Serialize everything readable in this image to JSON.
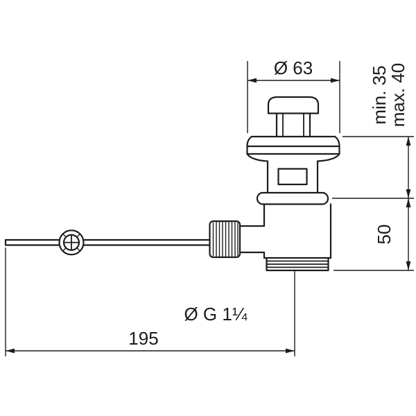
{
  "dimensions": {
    "flange_diameter": "Ø 63",
    "install_depth_min": "min. 35",
    "install_depth_max": "max. 40",
    "body_height": "50",
    "thread_size": "Ø G 1¼",
    "rod_length": "195"
  },
  "colors": {
    "line": "#1c1c1c",
    "background": "#ffffff"
  }
}
